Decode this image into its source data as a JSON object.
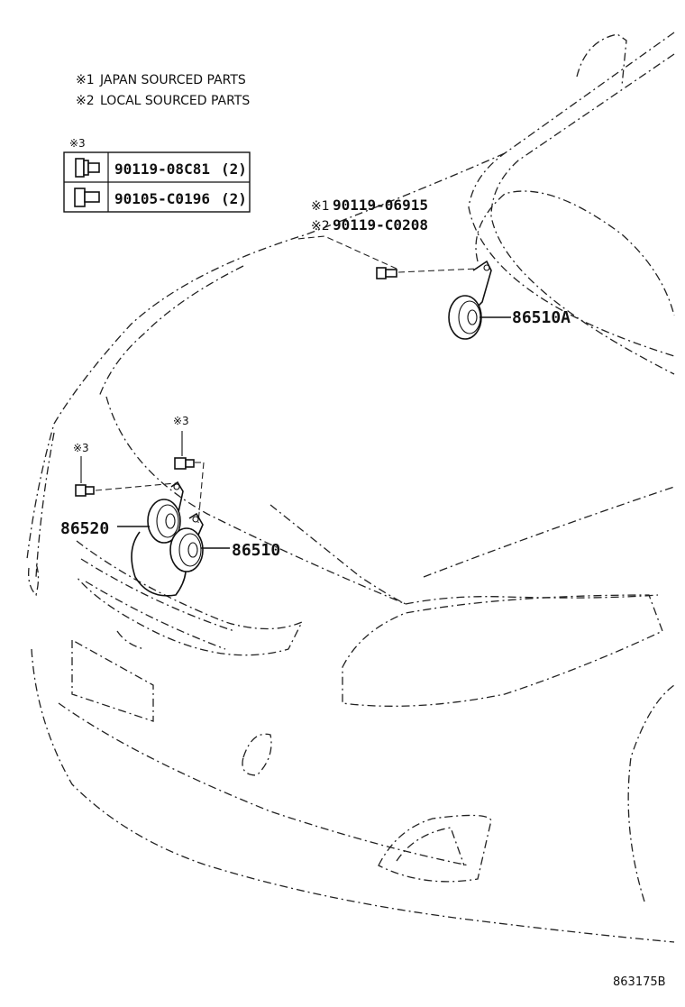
{
  "notes": [
    {
      "mark": "※1",
      "text": "JAPAN SOURCED PARTS"
    },
    {
      "mark": "※2",
      "text": "LOCAL SOURCED PARTS"
    }
  ],
  "fastener_table": {
    "mark": "※3",
    "rows": [
      {
        "part": "90119-08C81",
        "qty": "(2)",
        "icon": "flange-bolt-icon"
      },
      {
        "part": "90105-C0196",
        "qty": "(2)",
        "icon": "hex-bolt-icon"
      }
    ]
  },
  "callouts": {
    "bolt_japan_mark": "※1",
    "bolt_japan": "90119-06915",
    "bolt_local_mark": "※2",
    "bolt_local": "90119-C0208",
    "horn_high": "86510A",
    "horn_low": "86520",
    "horn_mid": "86510",
    "mark3_a": "※3",
    "mark3_b": "※3"
  },
  "diagram_id": "863175B"
}
